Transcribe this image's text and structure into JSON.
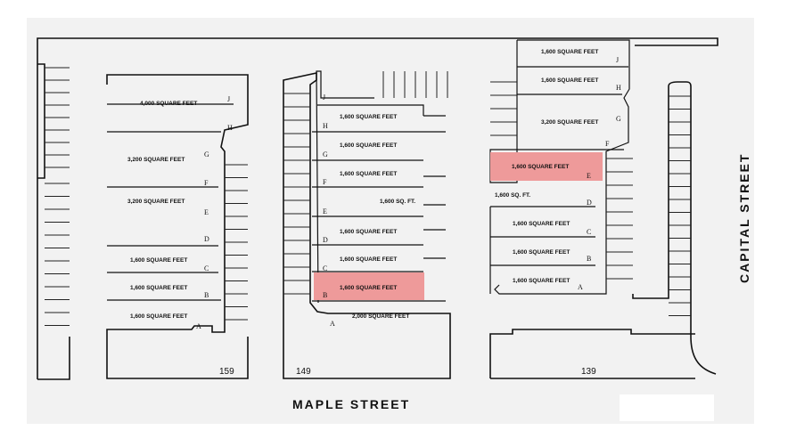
{
  "streets": {
    "maple": "MAPLE STREET",
    "capital": "CAPITAL STREET"
  },
  "building_numbers": [
    "159",
    "149",
    "139"
  ],
  "colors": {
    "highlight": "#ee9a9a",
    "lines": "#111111",
    "background": "#f2f2f2"
  },
  "building_159": {
    "units": [
      {
        "label": "4,000 SQUARE FEET",
        "letter": "J"
      },
      {
        "label": "",
        "letter": "H"
      },
      {
        "label": "3,200 SQUARE FEET",
        "letter": "G"
      },
      {
        "label": "",
        "letter": "F"
      },
      {
        "label": "3,200 SQUARE FEET",
        "letter": "E"
      },
      {
        "label": "",
        "letter": "D"
      },
      {
        "label": "1,600 SQUARE FEET",
        "letter": "C"
      },
      {
        "label": "1,600 SQUARE FEET",
        "letter": "B"
      },
      {
        "label": "1,600 SQUARE FEET",
        "letter": "A"
      }
    ]
  },
  "building_149": {
    "units": [
      {
        "label": "",
        "letter": "J"
      },
      {
        "label": "1,600 SQUARE FEET",
        "letter": "H"
      },
      {
        "label": "1,600 SQUARE FEET",
        "letter": "G"
      },
      {
        "label": "1,600 SQUARE FEET",
        "letter": "F"
      },
      {
        "label": "1,600 SQ. FT.",
        "letter": "E"
      },
      {
        "label": "1,600 SQUARE FEET",
        "letter": "D"
      },
      {
        "label": "1,600 SQUARE FEET",
        "letter": "C"
      },
      {
        "label": "1,600 SQUARE FEET",
        "letter": "B",
        "highlighted": true
      },
      {
        "label": "2,000 SQUARE FEET",
        "letter": "A"
      }
    ]
  },
  "building_139": {
    "units": [
      {
        "label": "1,600 SQUARE FEET",
        "letter": "J"
      },
      {
        "label": "1,600 SQUARE FEET",
        "letter": "H"
      },
      {
        "label": "3,200 SQUARE FEET",
        "letter": "G"
      },
      {
        "label": "",
        "letter": "F"
      },
      {
        "label": "1,600 SQUARE FEET",
        "letter": "E",
        "highlighted": true
      },
      {
        "label": "1,600 SQ. FT.",
        "letter": "D"
      },
      {
        "label": "1,600 SQUARE FEET",
        "letter": "C"
      },
      {
        "label": "1,600 SQUARE FEET",
        "letter": "B"
      },
      {
        "label": "1,600 SQUARE FEET",
        "letter": "A"
      }
    ]
  }
}
